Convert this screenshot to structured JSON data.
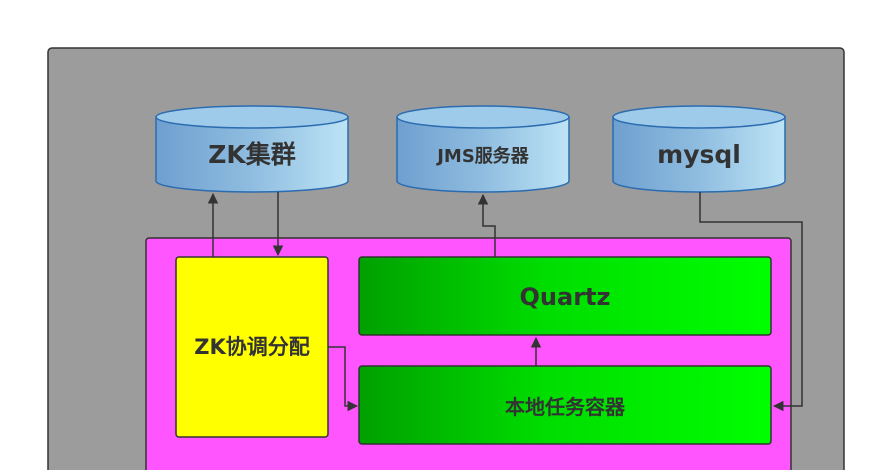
{
  "databases": {
    "zk_cluster": "ZK集群",
    "jms_server": "JMS服务器",
    "mysql": "mysql"
  },
  "components": {
    "zk_coordinator": "ZK协调分配",
    "quartz": "Quartz",
    "local_task_container": "本地任务容器"
  },
  "colors": {
    "outer_container": "#9c9c9c",
    "inner_container": "#ff55ff",
    "coordinator_fill": "#ffff00",
    "component_green": "#00dd00",
    "db_blue": "#8fbde0"
  }
}
